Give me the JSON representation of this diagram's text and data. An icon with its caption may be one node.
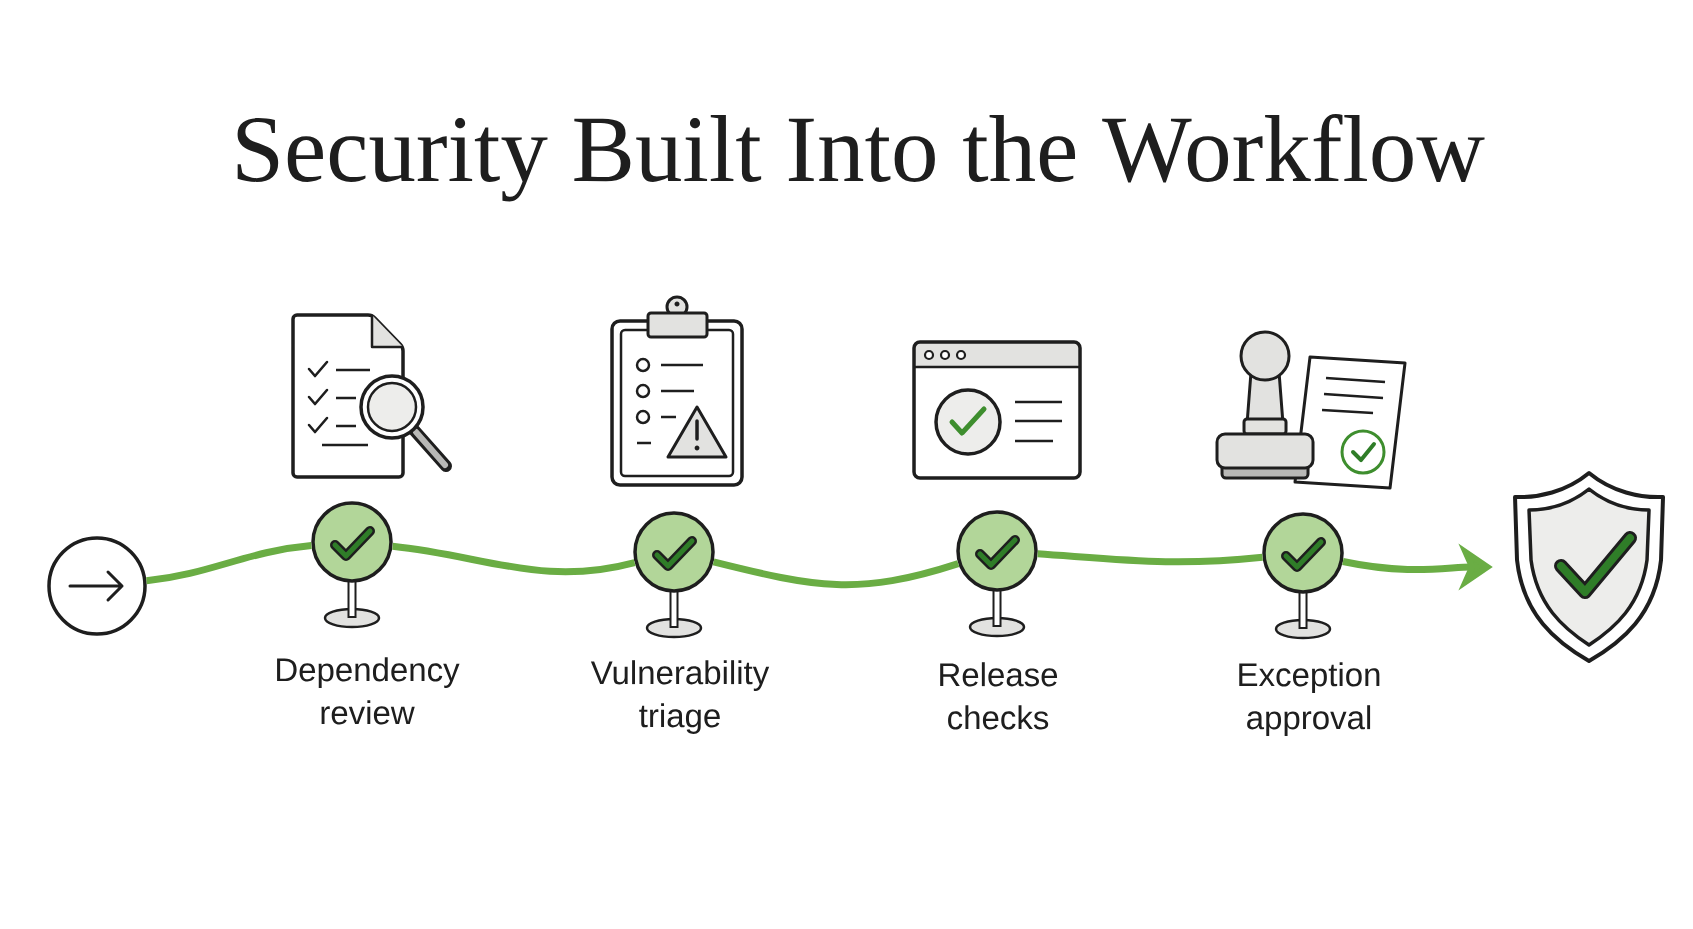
{
  "diagram": {
    "title": "Security Built Into the Workflow",
    "nodes": [
      {
        "text": [],
        "shape": "circle"
      },
      {
        "text": [],
        "shape": "circle",
        "beside": [
          "Dependency review"
        ]
      },
      {
        "text": [],
        "shape": "circle",
        "beside": [
          "Vulnerability triage"
        ]
      },
      {
        "text": [],
        "shape": "circle",
        "beside": [
          "Release checks"
        ]
      },
      {
        "text": [],
        "shape": "circle",
        "beside": [
          "Exception approval"
        ]
      },
      {
        "text": [],
        "shape": "shield"
      }
    ],
    "edges": [
      {
        "from": 0,
        "to": 1,
        "arrow": "none"
      },
      {
        "from": 1,
        "to": 2,
        "arrow": "none"
      },
      {
        "from": 2,
        "to": 3,
        "arrow": "none"
      },
      {
        "from": 3,
        "to": 4,
        "arrow": "none"
      },
      {
        "from": 4,
        "to": 5,
        "arrow": "to"
      }
    ]
  }
}
